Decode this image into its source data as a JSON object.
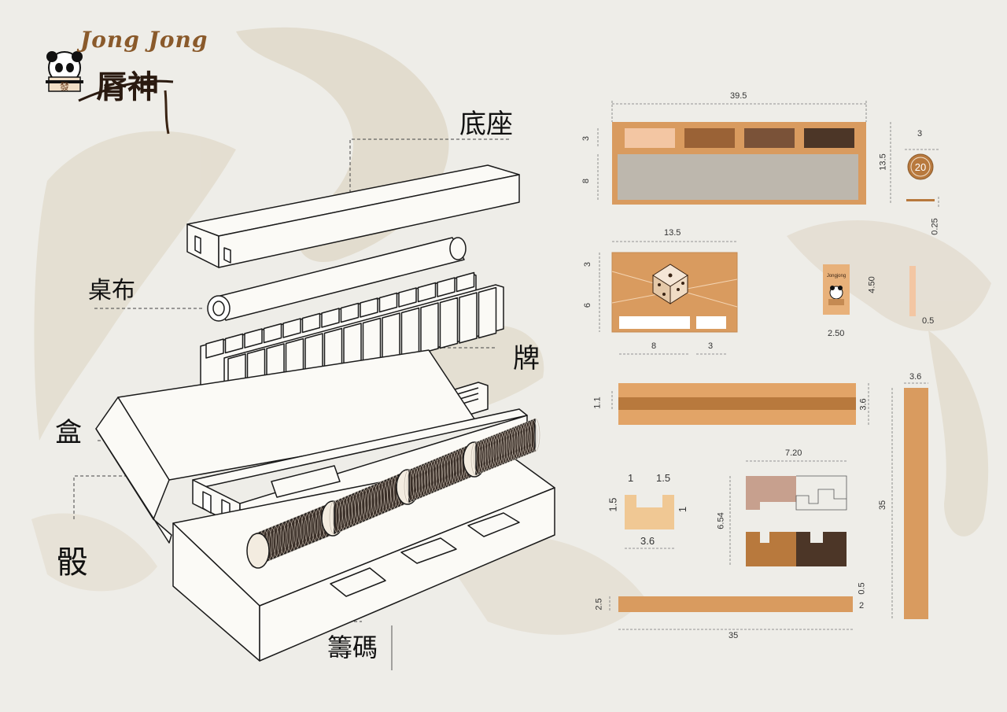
{
  "brand": {
    "latin": "Jong Jong",
    "chinese": "脣神",
    "mark_char": "發"
  },
  "callouts": {
    "base": "底座",
    "tablecloth": "桌布",
    "tiles": "牌",
    "box": "盒",
    "dice": "骰",
    "chips": "籌碼"
  },
  "dimensions": {
    "top_box": {
      "width": "39.5",
      "height": "13.5",
      "row1": "3",
      "row2": "8"
    },
    "coin": {
      "diameter": "3",
      "thickness": "0.25",
      "label": "20"
    },
    "dice_card": {
      "width": "13.5",
      "h1": "3",
      "h2": "6",
      "w1": "8",
      "w2": "3"
    },
    "small_card": {
      "height": "4.50",
      "width": "2.50",
      "thickness": "0.5",
      "label": "Jongjong"
    },
    "rail": {
      "height": "3.6",
      "slot": "1.1"
    },
    "long_bar": {
      "width": "3.6",
      "length": "35"
    },
    "u_profile": {
      "top_left": "1",
      "top_right": "1.5",
      "side": "1.5",
      "inner": "1",
      "width": "3.6"
    },
    "end_pieces": {
      "width": "7.20",
      "height": "6.54"
    },
    "bottom_bar": {
      "height": "2.5",
      "length": "35",
      "thickness": "0.5",
      "depth": "2"
    }
  },
  "colors": {
    "tan": "#d99b5f",
    "tan_dark": "#b8793d",
    "peach": "#f3c6a3",
    "brown_mid": "#9a6236",
    "brown": "#7a5238",
    "brown_dark": "#4c3627",
    "gray_panel": "#bdb7ad",
    "u_fill": "#f0c894",
    "rose": "#c7a08e"
  }
}
